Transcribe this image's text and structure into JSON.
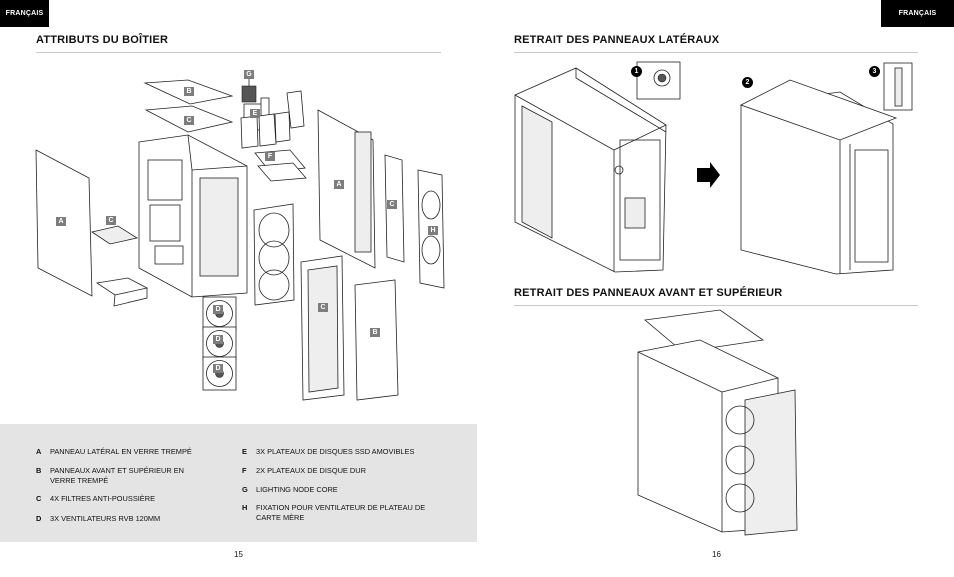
{
  "header": {
    "language_left": "FRANÇAIS",
    "language_right": "FRANÇAIS"
  },
  "left_page": {
    "title": "ATTRIBUTS DU BOÎTIER",
    "page_number": "15",
    "callouts": {
      "A": "A",
      "B": "B",
      "C": "C",
      "D": "D",
      "E": "E",
      "F": "F",
      "G": "G",
      "H": "H"
    },
    "legend": [
      {
        "key": "A",
        "text": "PANNEAU LATÉRAL EN VERRE TREMPÉ"
      },
      {
        "key": "B",
        "text": "PANNEAUX AVANT ET SUPÉRIEUR EN VERRE TREMPÉ"
      },
      {
        "key": "C",
        "text": "4x FILTRES ANTI-POUSSIÈRE"
      },
      {
        "key": "D",
        "text": "3x  VENTILATEURS RVB 120MM"
      },
      {
        "key": "E",
        "text": "3x PLATEAUX DE DISQUES SSD AMOVIBLES"
      },
      {
        "key": "F",
        "text": "2x PLATEAUX DE DISQUE DUR"
      },
      {
        "key": "G",
        "text": "LIGHTING NODE CORE"
      },
      {
        "key": "H",
        "text": "FIXATION POUR VENTILATEUR DE PLATEAU DE CARTE MÈRE"
      }
    ]
  },
  "right_page": {
    "title_side": "RETRAIT DES PANNEAUX LATÉRAUX",
    "title_front": "RETRAIT DES PANNEAUX AVANT ET SUPÉRIEUR",
    "page_number": "16",
    "steps": [
      "1",
      "2",
      "3"
    ]
  }
}
